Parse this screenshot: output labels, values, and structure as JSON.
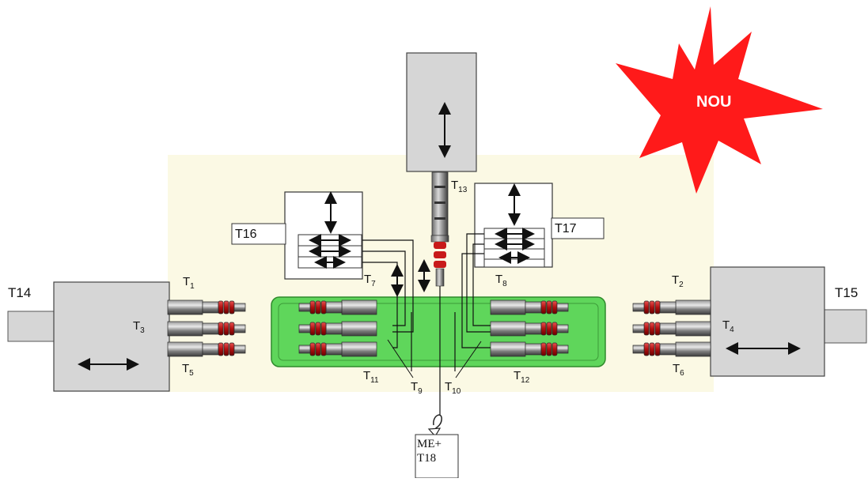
{
  "badge": {
    "text": "NOU",
    "color": "#ff1a1a"
  },
  "labels": {
    "t1": {
      "main": "T",
      "sub": "1"
    },
    "t2": {
      "main": "T",
      "sub": "2"
    },
    "t3": {
      "main": "T",
      "sub": "3"
    },
    "t4": {
      "main": "T",
      "sub": "4"
    },
    "t5": {
      "main": "T",
      "sub": "5"
    },
    "t6": {
      "main": "T",
      "sub": "6"
    },
    "t7": {
      "main": "T",
      "sub": "7"
    },
    "t8": {
      "main": "T",
      "sub": "8"
    },
    "t9": {
      "main": "T",
      "sub": "9"
    },
    "t10": {
      "main": "T",
      "sub": "10"
    },
    "t11": {
      "main": "T",
      "sub": "11"
    },
    "t12": {
      "main": "T",
      "sub": "12"
    },
    "t13": {
      "main": "T",
      "sub": "13"
    },
    "t14": "T14",
    "t15": "T15",
    "t16": "T16",
    "t17": "T17",
    "me_line1": "ME+",
    "me_line2": "T18"
  },
  "colors": {
    "background_panel": "#fbf9e4",
    "green_block": "#5fd65b",
    "grey_box": "#d6d6d6",
    "tool_red": "#c81a1a"
  }
}
